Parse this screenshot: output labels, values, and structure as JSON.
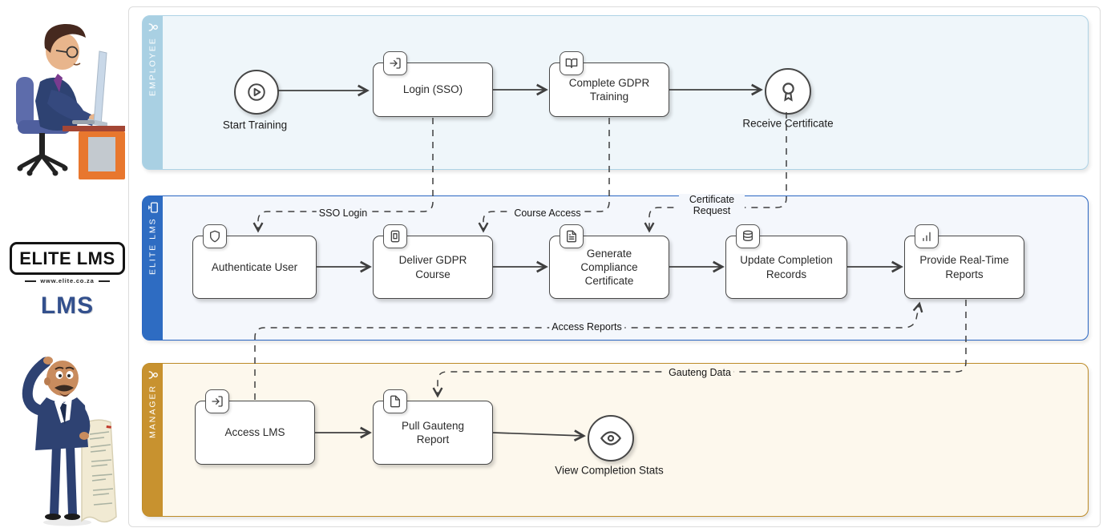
{
  "lanes": [
    {
      "label": "EMPLOYEE",
      "icon": "person-icon"
    },
    {
      "label": "ELITE LMS",
      "icon": "monitor-icon"
    },
    {
      "label": "MANAGER",
      "icon": "person-icon"
    }
  ],
  "employee": {
    "start": "Start Training",
    "login": "Login (SSO)",
    "complete": "Complete GDPR Training",
    "receive": "Receive Certificate"
  },
  "lms": {
    "authenticate": "Authenticate User",
    "deliver": "Deliver GDPR Course",
    "generate": "Generate Compliance Certificate",
    "update": "Update Completion Records",
    "provide": "Provide Real-Time Reports"
  },
  "manager": {
    "access": "Access LMS",
    "pull": "Pull Gauteng Report",
    "view": "View Completion Stats"
  },
  "flows": {
    "sso": "SSO Login",
    "course": "Course Access",
    "certificate": "Certificate Request",
    "reports": "Access Reports",
    "gauteng": "Gauteng Data"
  },
  "logo": {
    "name": "ELITE LMS",
    "url": "www.elite.co.za",
    "product": "LMS"
  },
  "colors": {
    "employee_band": "#a9d0e3",
    "employee_fill": "#eff6fa",
    "lms_band": "#2e6cc2",
    "lms_fill": "#f4f7fc",
    "manager_band": "#c8922f",
    "manager_fill": "#fdf8ed",
    "shape_stroke": "#474747",
    "connector_color": "#3f3f3f",
    "logo_blue": "#33508d",
    "desk_orange": "#e8772e",
    "suit_navy": "#2e4272"
  }
}
